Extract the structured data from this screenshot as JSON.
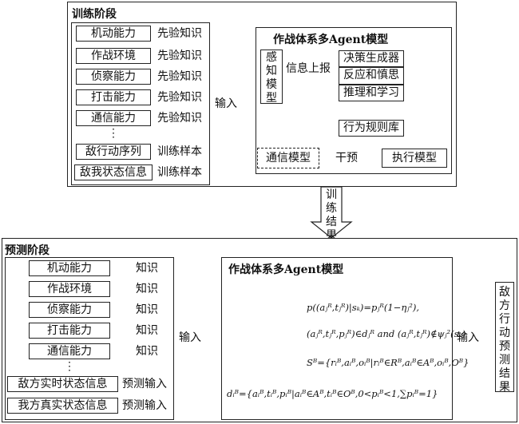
{
  "training": {
    "title": "训练阶段",
    "inputs": [
      {
        "label": "机动能力",
        "tag": "先验知识"
      },
      {
        "label": "作战环境",
        "tag": "先验知识"
      },
      {
        "label": "侦察能力",
        "tag": "先验知识"
      },
      {
        "label": "打击能力",
        "tag": "先验知识"
      },
      {
        "label": "通信能力",
        "tag": "先验知识"
      },
      {
        "label": "敌行动序列",
        "tag": "训练样本"
      },
      {
        "label": "敌我状态信息",
        "tag": "训练样本"
      }
    ],
    "ellipsis": "⋮",
    "input_arrow_label": "输入",
    "model": {
      "title": "作战体系多Agent模型",
      "perception": "感知模型",
      "info_report": "信息上报",
      "decision_generator": "决策生成器",
      "reaction": "反应和慎思",
      "reasoning": "推理和学习",
      "rule_base": "行为规则库",
      "communication": "通信模型",
      "intervene": "干预",
      "execution": "执行模型"
    }
  },
  "train_result_label": "训练结果",
  "prediction": {
    "title": "预测阶段",
    "inputs": [
      {
        "label": "机动能力",
        "tag": "知识"
      },
      {
        "label": "作战环境",
        "tag": "知识"
      },
      {
        "label": "侦察能力",
        "tag": "知识"
      },
      {
        "label": "打击能力",
        "tag": "知识"
      },
      {
        "label": "通信能力",
        "tag": "知识"
      },
      {
        "label": "敌方实时状态信息",
        "tag": "预测输入"
      },
      {
        "label": "我方真实状态信息",
        "tag": "预测输入"
      }
    ],
    "ellipsis": "⋮",
    "input_arrow_label": "输入",
    "model": {
      "title": "作战体系多Agent模型",
      "formulas": [
        "p((aⱼᴿ,tⱼᴿ)|sₖ)=pⱼᴿ(1−ηⱼ²),",
        "(aⱼᴿ,tⱼᴿ,pⱼᴿ)∈dⱼᴿ and (aⱼᴿ,tⱼᴿ)∉ψⱼ²(sₖ)",
        "Sᴮ={rᵢᴮ,aᵢᴮ,oᵢᴮ|rᵢᴮ∈Rᴮ,aᵢᴮ∈Aᴮ,oᵢᴮ,Oᴮ}",
        "dᵢᴮ={aᵢᴮ,tᵢᴮ,pᵢᴮ|aᵢᴮ∈Aᴮ,tᵢᴮ∈Oᴮ,0<pᵢᴮ<1,∑pᵢᴮ=1}"
      ]
    },
    "output_arrow_label": "输入",
    "output": "敌方行动预测结果"
  }
}
